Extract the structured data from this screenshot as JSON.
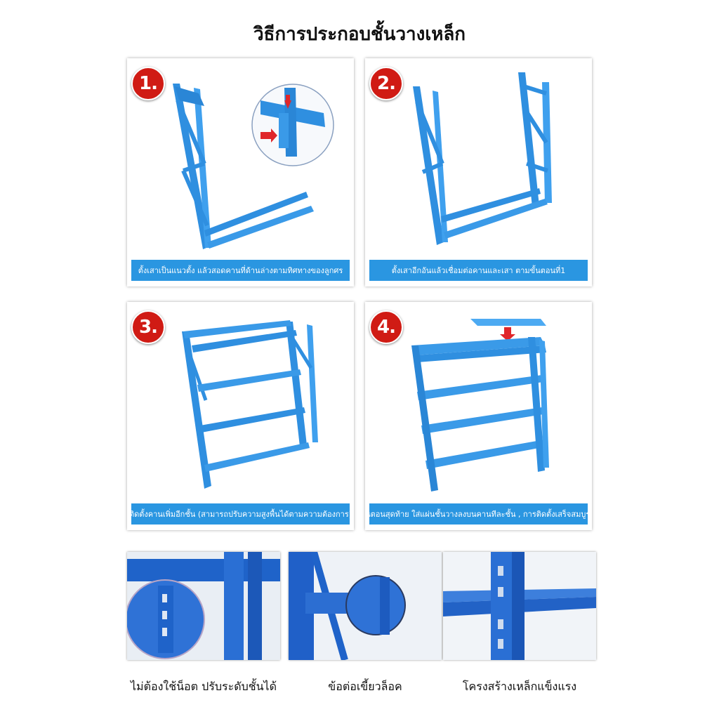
{
  "title": "วิธีการประกอบชั้นวางเหล็ก",
  "steps": [
    {
      "number": "1.",
      "caption": "ตั้งเสาเป็นแนวตั้ง แล้วสอดคานที่ด้านล่างตามทิศทางของลูกศร"
    },
    {
      "number": "2.",
      "caption": "ตั้งเสาอีกอันแล้วเชื่อมต่อคานและเสา ตามขั้นตอนที่1"
    },
    {
      "number": "3.",
      "caption": "ติดตั้งคานเพิ่มอีกชั้น (สามารถปรับความสูงพื้นได้ตามความต้องการ)"
    },
    {
      "number": "4.",
      "caption": "ขั้นตอนสุดท้าย ใส่แผ่นชั้นวางลงบนคานทีละชั้น , การติดตั้งเสร็จสมบูรณ์"
    }
  ],
  "features": [
    {
      "label": "ไม่ต้องใช้น็อต ปรับระดับชั้นได้"
    },
    {
      "label": "ข้อต่อเขี้ยวล็อค"
    },
    {
      "label": "โครงสร้างเหล็กแข็งแรง"
    }
  ],
  "colors": {
    "steel_blue": "#2f8fe0",
    "badge_red": "#d01b14",
    "caption_bar": "#2a96e1",
    "arrow_red": "#e0262a"
  }
}
